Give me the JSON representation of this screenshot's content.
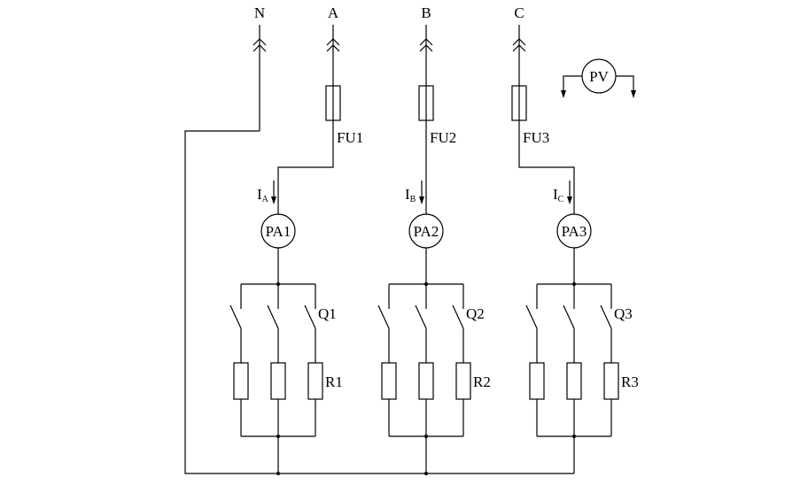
{
  "terminals": {
    "n": "N",
    "a": "A",
    "b": "B",
    "c": "C"
  },
  "voltmeter": {
    "label": "PV"
  },
  "phases": [
    {
      "fuse": "FU1",
      "current": "I",
      "current_sub": "A",
      "ammeter": "PA1",
      "switch": "Q1",
      "resistor": "R1"
    },
    {
      "fuse": "FU2",
      "current": "I",
      "current_sub": "B",
      "ammeter": "PA2",
      "switch": "Q2",
      "resistor": "R2"
    },
    {
      "fuse": "FU3",
      "current": "I",
      "current_sub": "C",
      "ammeter": "PA3",
      "switch": "Q3",
      "resistor": "R3"
    }
  ]
}
